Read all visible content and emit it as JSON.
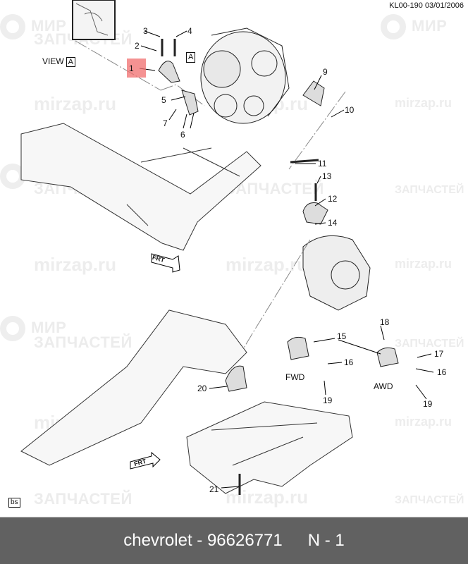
{
  "header": {
    "code": "KL00-190",
    "date": "03/01/2006"
  },
  "view_label": "VIEW",
  "view_ref": "A",
  "detail_ref": "A",
  "watermark": {
    "line1": "МИР",
    "line2": "ЗАПЧАСТЕЙ",
    "site": "mirzap.ru"
  },
  "callouts": {
    "c1": "1",
    "c2": "2",
    "c3": "3",
    "c4": "4",
    "c5": "5",
    "c6": "6",
    "c7": "7",
    "c9": "9",
    "c10": "10",
    "c11": "11",
    "c12": "12",
    "c13": "13",
    "c14": "14",
    "c15": "15",
    "c16a": "16",
    "c16b": "16",
    "c17": "17",
    "c18": "18",
    "c19a": "19",
    "c19b": "19",
    "c20": "20",
    "c21": "21"
  },
  "variants": {
    "fwd": "FWD",
    "awd": "AWD"
  },
  "arrows": {
    "frt1": "FRT",
    "frt2": "FRT"
  },
  "corner_tag": "bs",
  "footer": {
    "part": "chevrolet - 96626771",
    "position": "N - 1"
  },
  "colors": {
    "highlight": "#f06e6e",
    "footer_bg": "#616161"
  }
}
